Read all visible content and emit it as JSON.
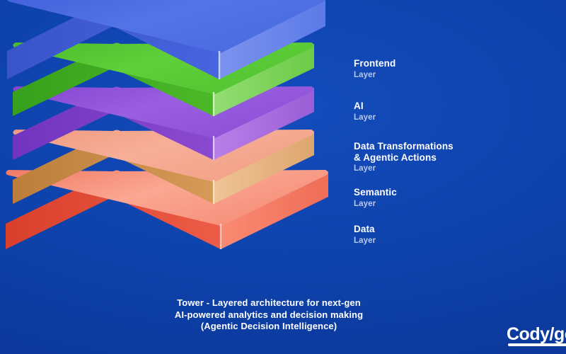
{
  "background": {
    "color_top": "#144cbc",
    "color_bottom": "#0a3392"
  },
  "diagram": {
    "type": "isometric-layer-stack",
    "layer_count": 5,
    "layers": [
      {
        "id": "frontend",
        "title": "Frontend",
        "sub": "Layer",
        "color_top": "#4a6be0",
        "color_left": "#3f5cd0",
        "color_right": "#6d89ea",
        "order": 1
      },
      {
        "id": "ai",
        "title": "AI",
        "sub": "Layer",
        "color_top": "#55c534",
        "color_left": "#3faa22",
        "color_right": "#8ada6c",
        "order": 2
      },
      {
        "id": "data-transformations",
        "title": "Data Transformations",
        "title_line2": "& Agentic Actions",
        "sub": "Layer",
        "color_top": "#8b4fd4",
        "color_left": "#7b3ec6",
        "color_right": "#b27ce4",
        "order": 3
      },
      {
        "id": "semantic",
        "title": "Semantic",
        "sub": "Layer",
        "color_top": "#f4a08a",
        "color_left": "#c98a45",
        "color_right": "#efc08f",
        "order": 4
      },
      {
        "id": "data",
        "title": "Data",
        "sub": "Layer",
        "color_top": "#f78b78",
        "color_left": "#e04b38",
        "color_right": "#f47a63",
        "order": 5
      }
    ]
  },
  "caption": {
    "line1": "Tower - Layered architecture for next-gen",
    "line2": "AI-powered analytics and decision making",
    "line3": "(Agentic Decision Intelligence)"
  },
  "logo": {
    "text": "Cody/go"
  }
}
